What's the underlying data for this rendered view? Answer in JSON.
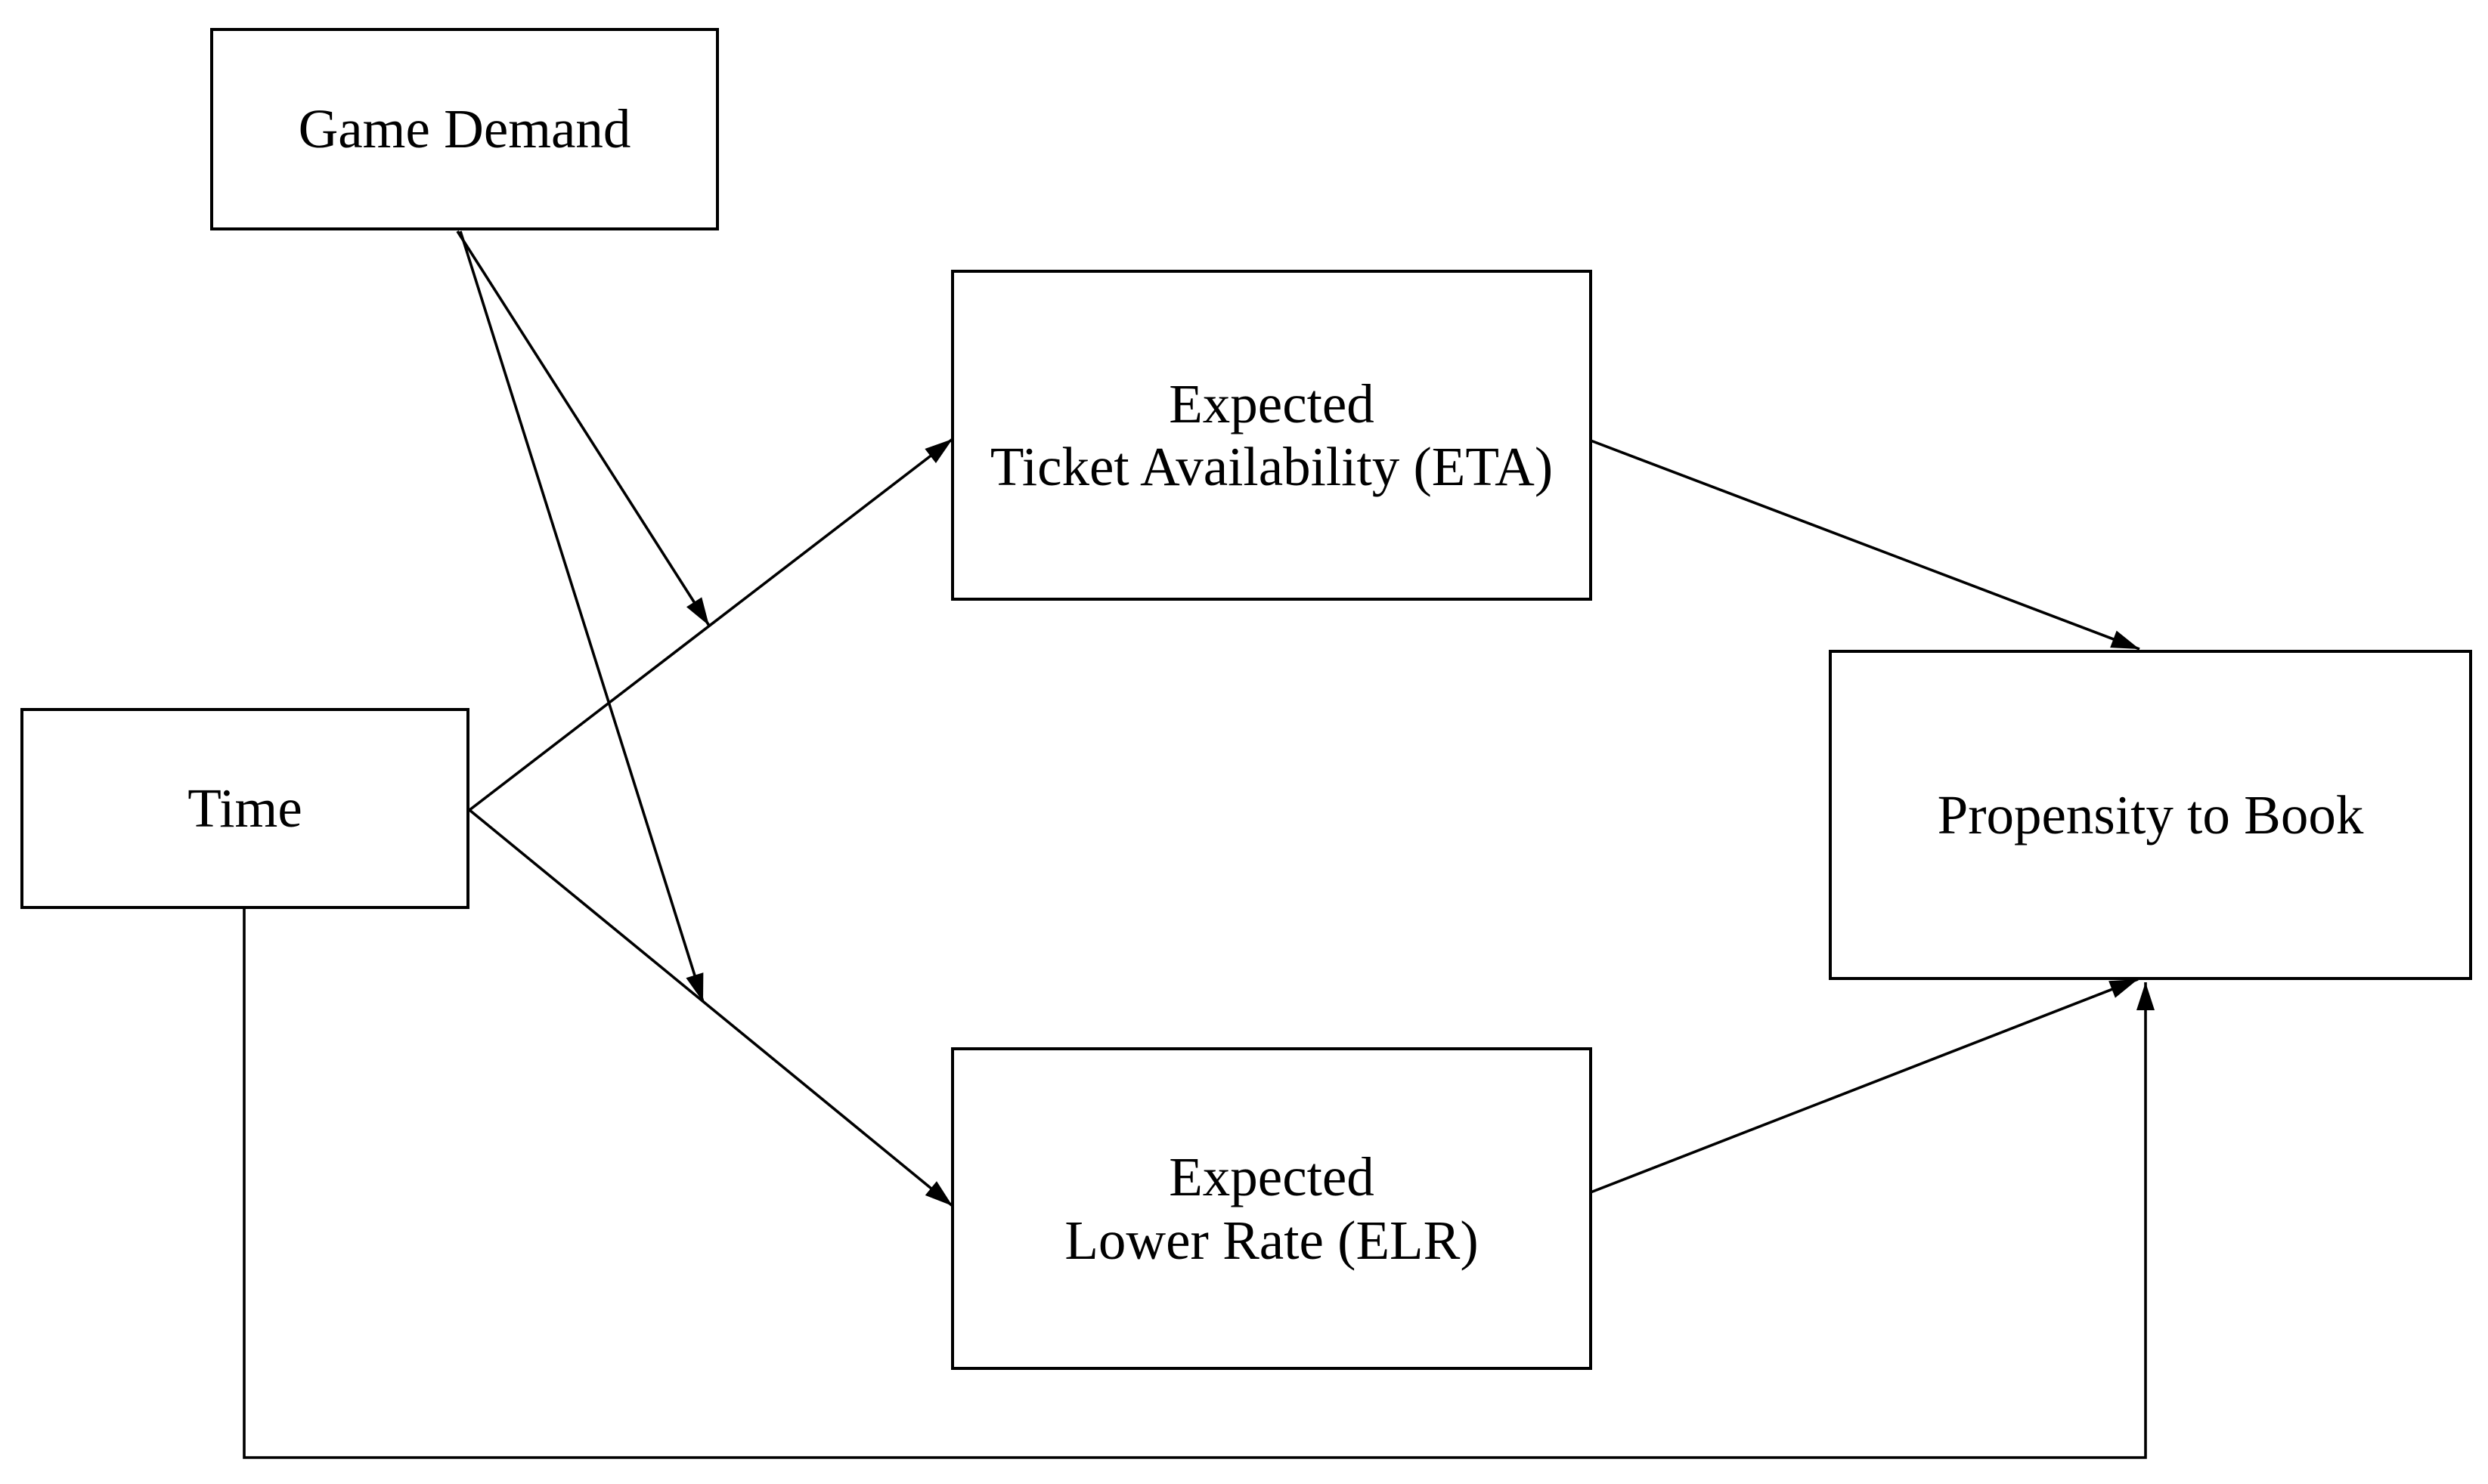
{
  "diagram": {
    "kind": "path-model",
    "colors": {
      "background": "#ffffff",
      "line": "#000000",
      "text": "#000000",
      "node_fill": "#ffffff",
      "node_border": "#000000"
    },
    "nodes": {
      "game_demand": {
        "lines": [
          "Game Demand"
        ]
      },
      "time": {
        "lines": [
          "Time"
        ]
      },
      "eta": {
        "lines": [
          "Expected",
          "Ticket Availability (ETA)"
        ]
      },
      "elr": {
        "lines": [
          "Expected",
          "Lower Rate (ELR)"
        ]
      },
      "propensity": {
        "lines": [
          "Propensity to Book"
        ]
      }
    },
    "edges": [
      {
        "id": "time-to-eta",
        "from": "time",
        "to": "eta",
        "shape": "straight-arrow"
      },
      {
        "id": "time-to-elr",
        "from": "time",
        "to": "elr",
        "shape": "straight-arrow"
      },
      {
        "id": "game-demand-to-time-eta-path",
        "from": "game_demand",
        "to": "line:time-to-eta",
        "shape": "straight-arrow"
      },
      {
        "id": "game-demand-to-time-elr-path",
        "from": "game_demand",
        "to": "line:time-to-elr",
        "shape": "straight-arrow"
      },
      {
        "id": "eta-to-propensity",
        "from": "eta",
        "to": "propensity",
        "shape": "straight-arrow"
      },
      {
        "id": "elr-to-propensity",
        "from": "elr",
        "to": "propensity",
        "shape": "straight-arrow"
      },
      {
        "id": "time-to-propensity",
        "from": "time",
        "to": "propensity",
        "shape": "elbow-arrow"
      }
    ]
  }
}
